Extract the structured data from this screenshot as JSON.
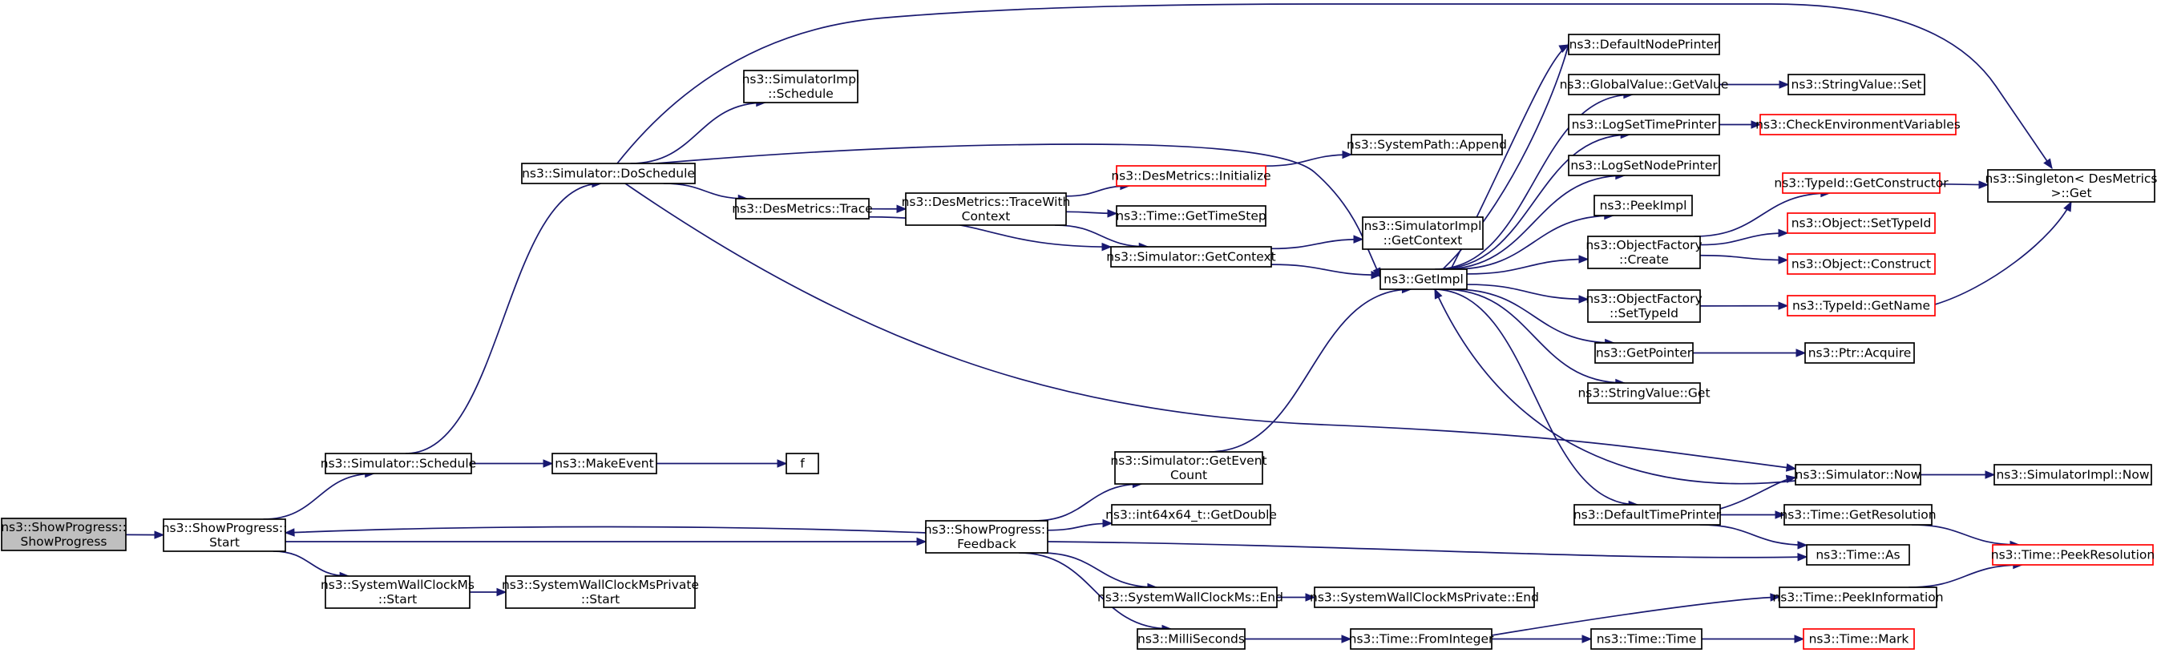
{
  "colors": {
    "edge": "#191970",
    "root_fill": "#bfbfbf",
    "red_border": "#ff0000",
    "node_border": "#000000"
  },
  "nodes": {
    "root": {
      "label": [
        "ns3::ShowProgress::",
        "ShowProgress"
      ],
      "style": "root"
    },
    "sp_start": {
      "label": [
        "ns3::ShowProgress::",
        "Start"
      ]
    },
    "sim_schedule": {
      "label": [
        "ns3::Simulator::Schedule"
      ]
    },
    "swc_start": {
      "label": [
        "ns3::SystemWallClockMs",
        "::Start"
      ]
    },
    "swcp_start": {
      "label": [
        "ns3::SystemWallClockMsPrivate",
        "::Start"
      ]
    },
    "make_event": {
      "label": [
        "ns3::MakeEvent"
      ]
    },
    "f": {
      "label": [
        "f"
      ]
    },
    "do_schedule": {
      "label": [
        "ns3::Simulator::DoSchedule"
      ]
    },
    "simimpl_schedule": {
      "label": [
        "ns3::SimulatorImpl",
        "::Schedule"
      ]
    },
    "des_trace": {
      "label": [
        "ns3::DesMetrics::Trace"
      ]
    },
    "des_trace_ctx": {
      "label": [
        "ns3::DesMetrics::TraceWith",
        "Context"
      ]
    },
    "des_init": {
      "label": [
        "ns3::DesMetrics::Initialize"
      ],
      "style": "red"
    },
    "syspath_append": {
      "label": [
        "ns3::SystemPath::Append"
      ]
    },
    "time_gettimestep": {
      "label": [
        "ns3::Time::GetTimeStep"
      ]
    },
    "sim_getcontext": {
      "label": [
        "ns3::Simulator::GetContext"
      ]
    },
    "simimpl_getcontext": {
      "label": [
        "ns3::SimulatorImpl",
        "::GetContext"
      ]
    },
    "getimpl": {
      "label": [
        "ns3::GetImpl"
      ]
    },
    "default_node_printer": {
      "label": [
        "ns3::DefaultNodePrinter"
      ]
    },
    "gv_getvalue": {
      "label": [
        "ns3::GlobalValue::GetValue"
      ]
    },
    "sv_set": {
      "label": [
        "ns3::StringValue::Set"
      ]
    },
    "log_time_printer": {
      "label": [
        "ns3::LogSetTimePrinter"
      ]
    },
    "check_env": {
      "label": [
        "ns3::CheckEnvironmentVariables"
      ],
      "style": "red"
    },
    "log_node_printer": {
      "label": [
        "ns3::LogSetNodePrinter"
      ]
    },
    "peekimpl": {
      "label": [
        "ns3::PeekImpl"
      ]
    },
    "of_create": {
      "label": [
        "ns3::ObjectFactory",
        "::Create"
      ]
    },
    "typeid_getctor": {
      "label": [
        "ns3::TypeId::GetConstructor"
      ],
      "style": "red"
    },
    "obj_settypeid": {
      "label": [
        "ns3::Object::SetTypeId"
      ],
      "style": "red"
    },
    "obj_construct": {
      "label": [
        "ns3::Object::Construct"
      ],
      "style": "red"
    },
    "of_settypeid": {
      "label": [
        "ns3::ObjectFactory",
        "::SetTypeId"
      ]
    },
    "typeid_getname": {
      "label": [
        "ns3::TypeId::GetName"
      ],
      "style": "red"
    },
    "singleton_get": {
      "label": [
        "ns3::Singleton< DesMetrics",
        " >::Get"
      ]
    },
    "getpointer": {
      "label": [
        "ns3::GetPointer"
      ]
    },
    "ptr_acquire": {
      "label": [
        "ns3::Ptr::Acquire"
      ]
    },
    "sv_get": {
      "label": [
        "ns3::StringValue::Get"
      ]
    },
    "sim_geteventcount": {
      "label": [
        "ns3::Simulator::GetEvent",
        "Count"
      ]
    },
    "sp_feedback": {
      "label": [
        "ns3::ShowProgress::",
        "Feedback"
      ]
    },
    "int64_getdouble": {
      "label": [
        "ns3::int64x64_t::GetDouble"
      ]
    },
    "swc_end": {
      "label": [
        "ns3::SystemWallClockMs::End"
      ]
    },
    "swcp_end": {
      "label": [
        "ns3::SystemWallClockMsPrivate::End"
      ]
    },
    "milliseconds": {
      "label": [
        "ns3::MilliSeconds"
      ]
    },
    "time_frominteger": {
      "label": [
        "ns3::Time::FromInteger"
      ]
    },
    "time_time": {
      "label": [
        "ns3::Time::Time"
      ]
    },
    "time_mark": {
      "label": [
        "ns3::Time::Mark"
      ],
      "style": "red"
    },
    "default_time_printer": {
      "label": [
        "ns3::DefaultTimePrinter"
      ]
    },
    "sim_now": {
      "label": [
        "ns3::Simulator::Now"
      ]
    },
    "simimpl_now": {
      "label": [
        "ns3::SimulatorImpl::Now"
      ]
    },
    "time_getres": {
      "label": [
        "ns3::Time::GetResolution"
      ]
    },
    "time_as": {
      "label": [
        "ns3::Time::As"
      ]
    },
    "time_peekres": {
      "label": [
        "ns3::Time::PeekResolution"
      ],
      "style": "red"
    },
    "time_peekinfo": {
      "label": [
        "ns3::Time::PeekInformation"
      ]
    }
  },
  "edges": [
    [
      "root",
      "sp_start"
    ],
    [
      "sp_start",
      "sim_schedule"
    ],
    [
      "sp_start",
      "swc_start"
    ],
    [
      "sp_start",
      "sp_feedback"
    ],
    [
      "swc_start",
      "swcp_start"
    ],
    [
      "sim_schedule",
      "make_event"
    ],
    [
      "sim_schedule",
      "do_schedule"
    ],
    [
      "make_event",
      "f"
    ],
    [
      "do_schedule",
      "simimpl_schedule"
    ],
    [
      "do_schedule",
      "des_trace"
    ],
    [
      "do_schedule",
      "getimpl"
    ],
    [
      "do_schedule",
      "singleton_get"
    ],
    [
      "do_schedule",
      "sim_now"
    ],
    [
      "des_trace",
      "des_trace_ctx"
    ],
    [
      "des_trace",
      "sim_getcontext"
    ],
    [
      "des_trace_ctx",
      "des_init"
    ],
    [
      "des_trace_ctx",
      "time_gettimestep"
    ],
    [
      "des_trace_ctx",
      "sim_getcontext"
    ],
    [
      "des_init",
      "syspath_append"
    ],
    [
      "sim_getcontext",
      "simimpl_getcontext"
    ],
    [
      "sim_getcontext",
      "getimpl"
    ],
    [
      "getimpl",
      "default_node_printer"
    ],
    [
      "getimpl",
      "gv_getvalue"
    ],
    [
      "getimpl",
      "log_time_printer"
    ],
    [
      "getimpl",
      "log_node_printer"
    ],
    [
      "getimpl",
      "peekimpl"
    ],
    [
      "getimpl",
      "of_create"
    ],
    [
      "getimpl",
      "of_settypeid"
    ],
    [
      "getimpl",
      "getpointer"
    ],
    [
      "getimpl",
      "sv_get"
    ],
    [
      "getimpl",
      "default_time_printer"
    ],
    [
      "getimpl",
      "sim_getcontext"
    ],
    [
      "gv_getvalue",
      "sv_set"
    ],
    [
      "log_time_printer",
      "check_env"
    ],
    [
      "of_create",
      "typeid_getctor"
    ],
    [
      "of_create",
      "obj_settypeid"
    ],
    [
      "of_create",
      "obj_construct"
    ],
    [
      "of_settypeid",
      "typeid_getname"
    ],
    [
      "typeid_getctor",
      "singleton_get"
    ],
    [
      "typeid_getname",
      "singleton_get"
    ],
    [
      "getpointer",
      "ptr_acquire"
    ],
    [
      "sim_now",
      "getimpl"
    ],
    [
      "sim_now",
      "simimpl_now"
    ],
    [
      "default_time_printer",
      "sim_now"
    ],
    [
      "default_time_printer",
      "time_getres"
    ],
    [
      "default_time_printer",
      "time_as"
    ],
    [
      "time_getres",
      "time_peekres"
    ],
    [
      "time_peekinfo",
      "time_peekres"
    ],
    [
      "sp_feedback",
      "sim_geteventcount"
    ],
    [
      "sp_feedback",
      "int64_getdouble"
    ],
    [
      "sp_feedback",
      "time_as"
    ],
    [
      "sp_feedback",
      "swc_end"
    ],
    [
      "sp_feedback",
      "milliseconds"
    ],
    [
      "sp_feedback",
      "sp_start"
    ],
    [
      "sim_geteventcount",
      "getimpl"
    ],
    [
      "swc_end",
      "swcp_end"
    ],
    [
      "milliseconds",
      "time_frominteger"
    ],
    [
      "time_frominteger",
      "time_peekinfo"
    ],
    [
      "time_frominteger",
      "time_time"
    ],
    [
      "time_time",
      "time_mark"
    ]
  ]
}
